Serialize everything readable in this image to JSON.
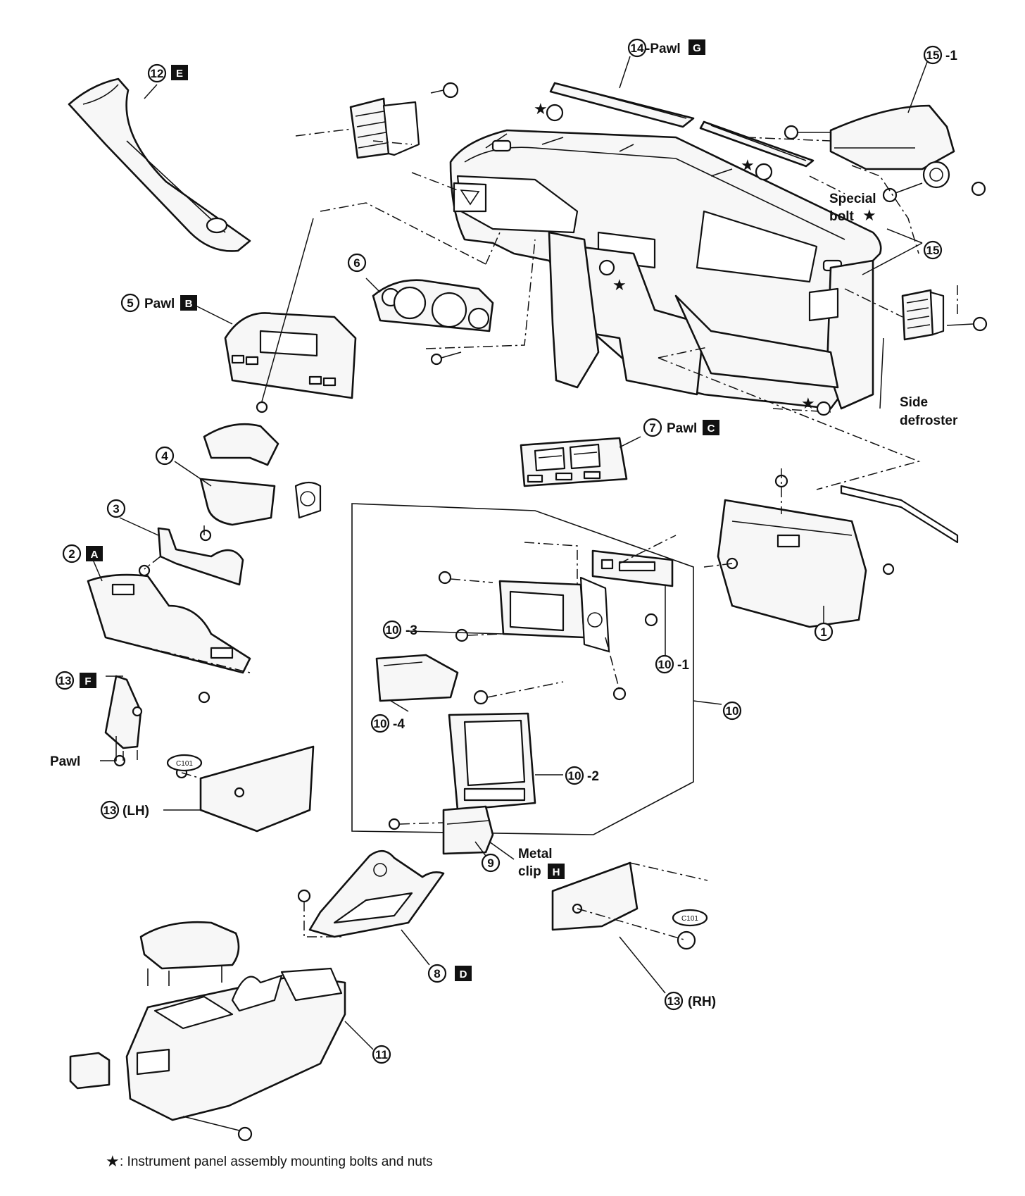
{
  "labels": {
    "c12": "12",
    "c12_box": "E",
    "c14": "14",
    "c14_suffix": "-Pawl",
    "c14_box": "G",
    "c15a": "15",
    "c15a_suffix": "-1",
    "special_bolt_1": "Special",
    "special_bolt_2": "bolt",
    "c15b": "15",
    "c6": "6",
    "c5": "5",
    "c5_suffix": "Pawl",
    "c5_box": "B",
    "side_defroster_1": "Side",
    "side_defroster_2": "defroster",
    "c7": "7",
    "c7_suffix": "Pawl",
    "c7_box": "C",
    "c4": "4",
    "c3": "3",
    "c2": "2",
    "c2_box": "A",
    "c1": "1",
    "c10_3": "10",
    "c10_3_suffix": "-3",
    "c10_1": "10",
    "c10_1_suffix": "-1",
    "c10_4": "10",
    "c10_4_suffix": "-4",
    "c10": "10",
    "c10_2": "10",
    "c10_2_suffix": "-2",
    "c13f": "13",
    "c13f_box": "F",
    "pawl": "Pawl",
    "c101_a": "C101",
    "c101_b": "C101",
    "c13lh": "13",
    "c13lh_suffix": "(LH)",
    "c9": "9",
    "metal_clip_1": "Metal",
    "metal_clip_2": "clip",
    "metal_clip_box": "H",
    "c8": "8",
    "c8_box": "D",
    "c13rh": "13",
    "c13rh_suffix": "(RH)",
    "c11": "11",
    "star_glyph": "★"
  },
  "footer": {
    "star": "★",
    "text": ": Instrument panel assembly mounting bolts and nuts"
  }
}
